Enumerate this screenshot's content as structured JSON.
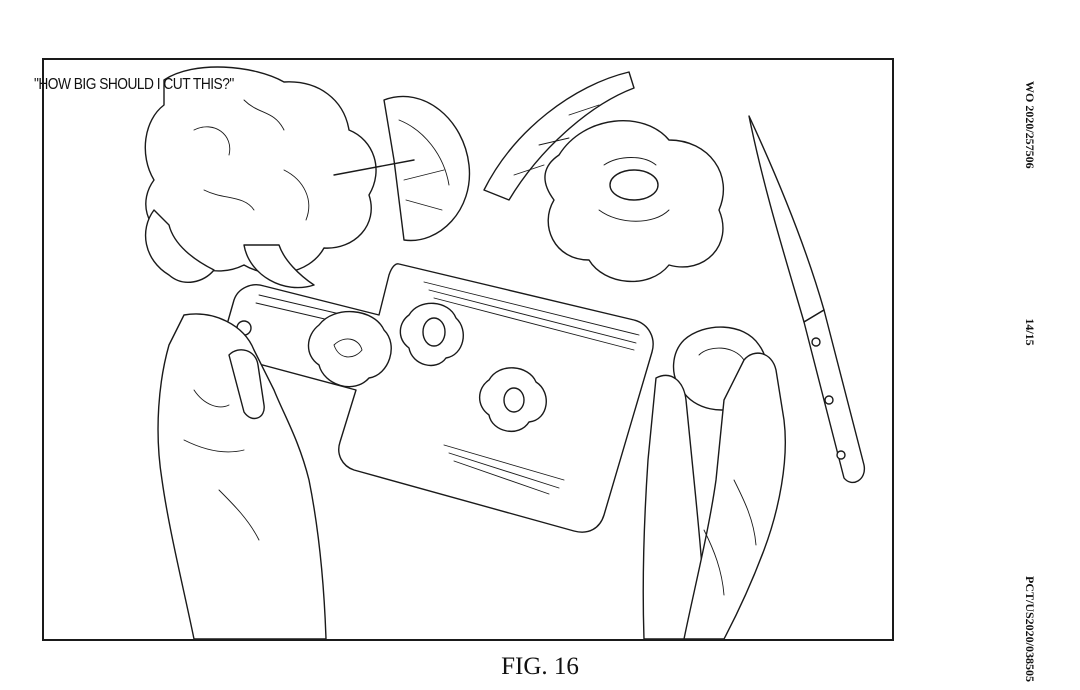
{
  "figure": {
    "caption": "\"HOW BIG SHOULD I CUT THIS?\"",
    "label": "FIG. 16"
  },
  "margin": {
    "publication_number": "WO 2020/257506",
    "page_number": "14/15",
    "application_number": "PCT/US2020/038505"
  }
}
